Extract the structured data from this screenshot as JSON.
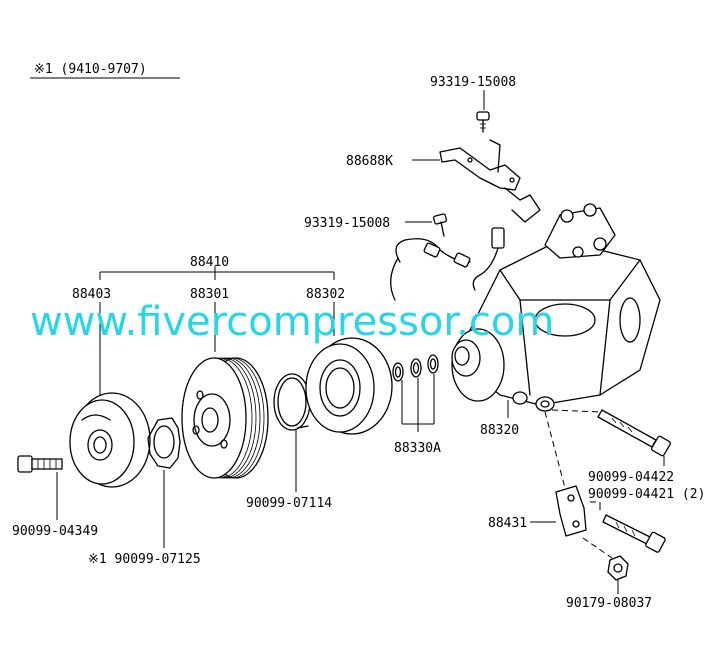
{
  "header": {
    "note": "※1  (9410-9707)"
  },
  "watermark": {
    "text": "www.fivercompressor.com",
    "color": "#27d6e6"
  },
  "parts": {
    "bolt_top": "93319-15008",
    "bracket": "88688K",
    "bolt_mid": "93319-15008",
    "clutch_assy": "88410",
    "pressure_plate": "88403",
    "pulley": "88301",
    "field_coil": "88302",
    "shims": "88330A",
    "compressor": "88320",
    "bolt_long": "90099-04422",
    "bolt_pair": "90099-04421 (2)",
    "stay": "88431",
    "nut": "90179-08037",
    "snap_ring": "90099-07114",
    "bolt_small": "90099-04349",
    "ring": "※1  90099-07125"
  }
}
